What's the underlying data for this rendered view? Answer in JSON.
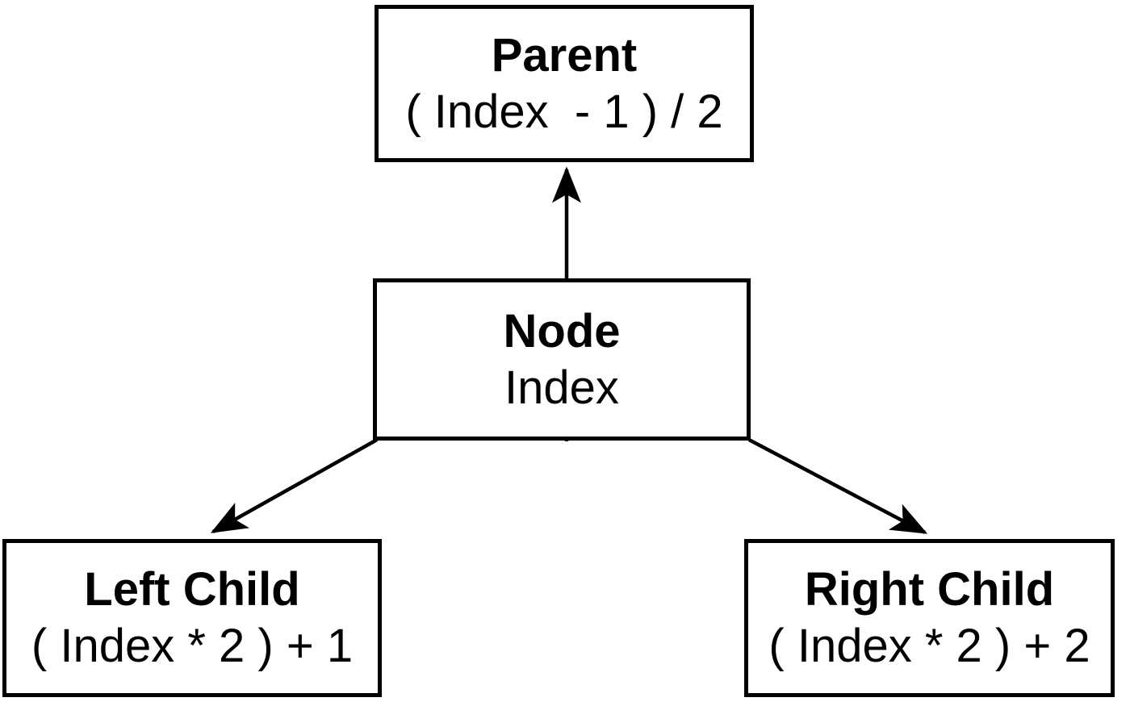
{
  "diagram": {
    "background_color": "#ffffff",
    "line_color": "#000000",
    "nodes": [
      {
        "id": "parent",
        "title": "Parent",
        "formula": "( Index  - 1 ) / 2"
      },
      {
        "id": "node",
        "title": "Node",
        "formula": "Index"
      },
      {
        "id": "left-child",
        "title": "Left Child",
        "formula": "( Index * 2 ) + 1"
      },
      {
        "id": "right-child",
        "title": "Right Child",
        "formula": "( Index * 2 ) + 2"
      }
    ],
    "edges": [
      {
        "from": "node",
        "to": "parent",
        "direction": "up"
      },
      {
        "from": "node",
        "to": "left-child",
        "direction": "down-left"
      },
      {
        "from": "node",
        "to": "right-child",
        "direction": "down-right"
      }
    ]
  }
}
